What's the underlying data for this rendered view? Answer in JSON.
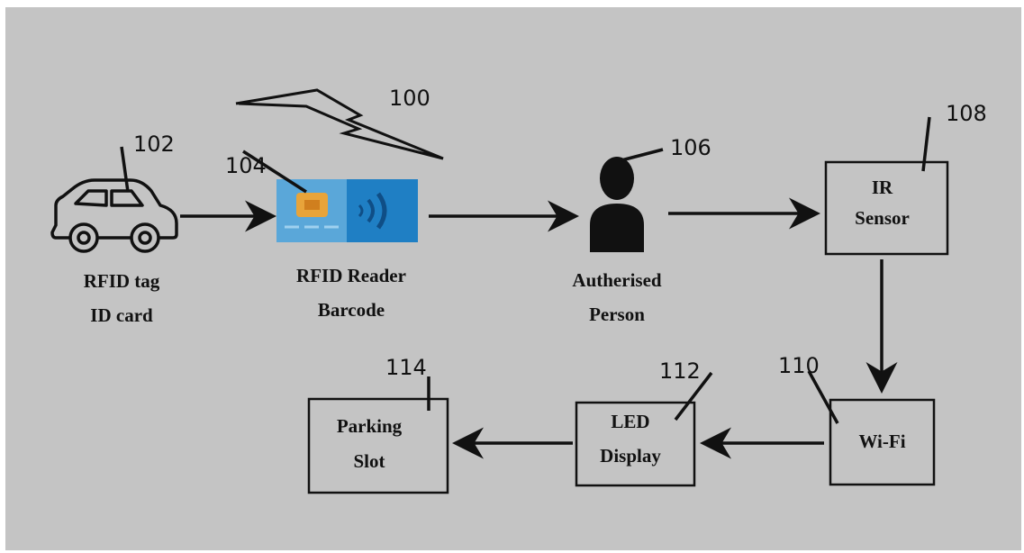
{
  "refs": {
    "system": "100",
    "vehicle": "102",
    "reader": "104",
    "person": "106",
    "ir": "108",
    "wifi": "110",
    "led": "112",
    "parking": "114"
  },
  "labels": {
    "vehicle_line1": "RFID tag",
    "vehicle_line2": "ID card",
    "reader_line1": "RFID Reader",
    "reader_line2": "Barcode",
    "person_line1": "Autherised",
    "person_line2": "Person",
    "ir_line1": "IR",
    "ir_line2": "Sensor",
    "wifi": "Wi-Fi",
    "led_line1": "LED",
    "led_line2": "Display",
    "parking_line1": "Parking",
    "parking_line2": "Slot"
  },
  "colors": {
    "background": "#c4c4c4",
    "card_light": "#5aa7d9",
    "card_dark": "#1f7fc4",
    "chip": "#e8a43a",
    "stroke": "#111111"
  },
  "icons": [
    "car-icon",
    "rfid-card-icon",
    "lightning-icon",
    "person-icon"
  ]
}
